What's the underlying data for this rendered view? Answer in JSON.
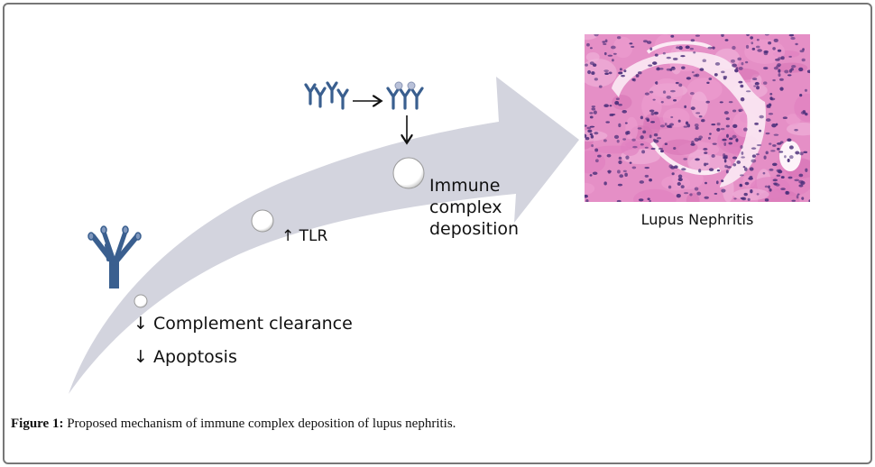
{
  "figure": {
    "caption_label": "Figure 1:",
    "caption_text": "Proposed mechanism of immune complex deposition of lupus nephritis."
  },
  "steps": [
    {
      "arrow": "↓",
      "label": "Complement clearance"
    },
    {
      "arrow": "↓",
      "label": "Apoptosis"
    },
    {
      "arrow": "↑",
      "label": "TLR"
    },
    {
      "label_lines": [
        "Immune",
        "complex",
        "deposition"
      ]
    }
  ],
  "histology": {
    "label": "Lupus Nephritis"
  },
  "colors": {
    "arrow_fill": "#d3d4de",
    "antibody": "#3a5f8f",
    "antigen": "#b9c1d9",
    "tissue_bg": "#e58fc6",
    "nuclei": "#4a2f7a"
  }
}
